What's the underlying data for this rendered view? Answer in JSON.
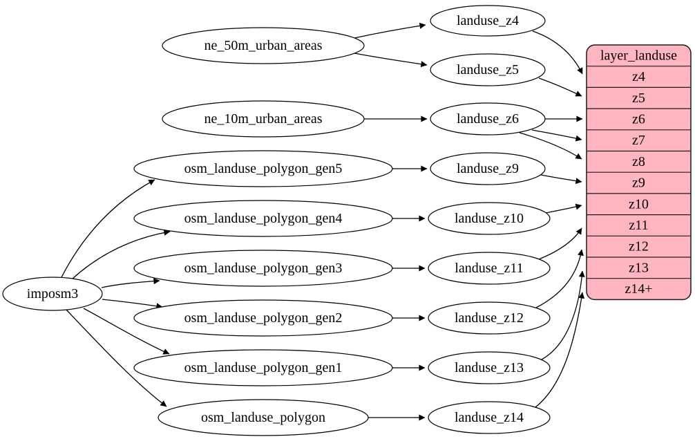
{
  "diagram": {
    "background_color": "#ffffff",
    "edge_color": "#000000",
    "node_fill_color": "#ffffff",
    "node_stroke_color": "#000000",
    "nodes": [
      {
        "id": "imposm3",
        "label": "imposm3"
      },
      {
        "id": "ne_50m_urban_areas",
        "label": "ne_50m_urban_areas"
      },
      {
        "id": "ne_10m_urban_areas",
        "label": "ne_10m_urban_areas"
      },
      {
        "id": "osm_landuse_polygon_gen5",
        "label": "osm_landuse_polygon_gen5"
      },
      {
        "id": "osm_landuse_polygon_gen4",
        "label": "osm_landuse_polygon_gen4"
      },
      {
        "id": "osm_landuse_polygon_gen3",
        "label": "osm_landuse_polygon_gen3"
      },
      {
        "id": "osm_landuse_polygon_gen2",
        "label": "osm_landuse_polygon_gen2"
      },
      {
        "id": "osm_landuse_polygon_gen1",
        "label": "osm_landuse_polygon_gen1"
      },
      {
        "id": "osm_landuse_polygon",
        "label": "osm_landuse_polygon"
      },
      {
        "id": "landuse_z4",
        "label": "landuse_z4"
      },
      {
        "id": "landuse_z5",
        "label": "landuse_z5"
      },
      {
        "id": "landuse_z6",
        "label": "landuse_z6"
      },
      {
        "id": "landuse_z9",
        "label": "landuse_z9"
      },
      {
        "id": "landuse_z10",
        "label": "landuse_z10"
      },
      {
        "id": "landuse_z11",
        "label": "landuse_z11"
      },
      {
        "id": "landuse_z12",
        "label": "landuse_z12"
      },
      {
        "id": "landuse_z13",
        "label": "landuse_z13"
      },
      {
        "id": "landuse_z14",
        "label": "landuse_z14"
      }
    ],
    "table": {
      "id": "layer_landuse",
      "header": "layer_landuse",
      "rows": [
        "z4",
        "z5",
        "z6",
        "z7",
        "z8",
        "z9",
        "z10",
        "z11",
        "z12",
        "z13",
        "z14+"
      ],
      "fill_color": "#ffb6c1",
      "stroke_color": "#1a1a1a"
    },
    "edges": [
      {
        "from": "imposm3",
        "to": "osm_landuse_polygon_gen5"
      },
      {
        "from": "imposm3",
        "to": "osm_landuse_polygon_gen4"
      },
      {
        "from": "imposm3",
        "to": "osm_landuse_polygon_gen3"
      },
      {
        "from": "imposm3",
        "to": "osm_landuse_polygon_gen2"
      },
      {
        "from": "imposm3",
        "to": "osm_landuse_polygon_gen1"
      },
      {
        "from": "imposm3",
        "to": "osm_landuse_polygon"
      },
      {
        "from": "ne_50m_urban_areas",
        "to": "landuse_z4"
      },
      {
        "from": "ne_50m_urban_areas",
        "to": "landuse_z5"
      },
      {
        "from": "ne_10m_urban_areas",
        "to": "landuse_z6"
      },
      {
        "from": "osm_landuse_polygon_gen5",
        "to": "landuse_z9"
      },
      {
        "from": "osm_landuse_polygon_gen4",
        "to": "landuse_z10"
      },
      {
        "from": "osm_landuse_polygon_gen3",
        "to": "landuse_z11"
      },
      {
        "from": "osm_landuse_polygon_gen2",
        "to": "landuse_z12"
      },
      {
        "from": "osm_landuse_polygon_gen1",
        "to": "landuse_z13"
      },
      {
        "from": "osm_landuse_polygon",
        "to": "landuse_z14"
      },
      {
        "from": "landuse_z4",
        "to": "layer_landuse.z4"
      },
      {
        "from": "landuse_z5",
        "to": "layer_landuse.z5"
      },
      {
        "from": "landuse_z6",
        "to": "layer_landuse.z6"
      },
      {
        "from": "landuse_z6",
        "to": "layer_landuse.z7"
      },
      {
        "from": "landuse_z6",
        "to": "layer_landuse.z8"
      },
      {
        "from": "landuse_z9",
        "to": "layer_landuse.z9"
      },
      {
        "from": "landuse_z10",
        "to": "layer_landuse.z10"
      },
      {
        "from": "landuse_z11",
        "to": "layer_landuse.z11"
      },
      {
        "from": "landuse_z12",
        "to": "layer_landuse.z12"
      },
      {
        "from": "landuse_z13",
        "to": "layer_landuse.z13"
      },
      {
        "from": "landuse_z14",
        "to": "layer_landuse.z14+"
      }
    ]
  }
}
